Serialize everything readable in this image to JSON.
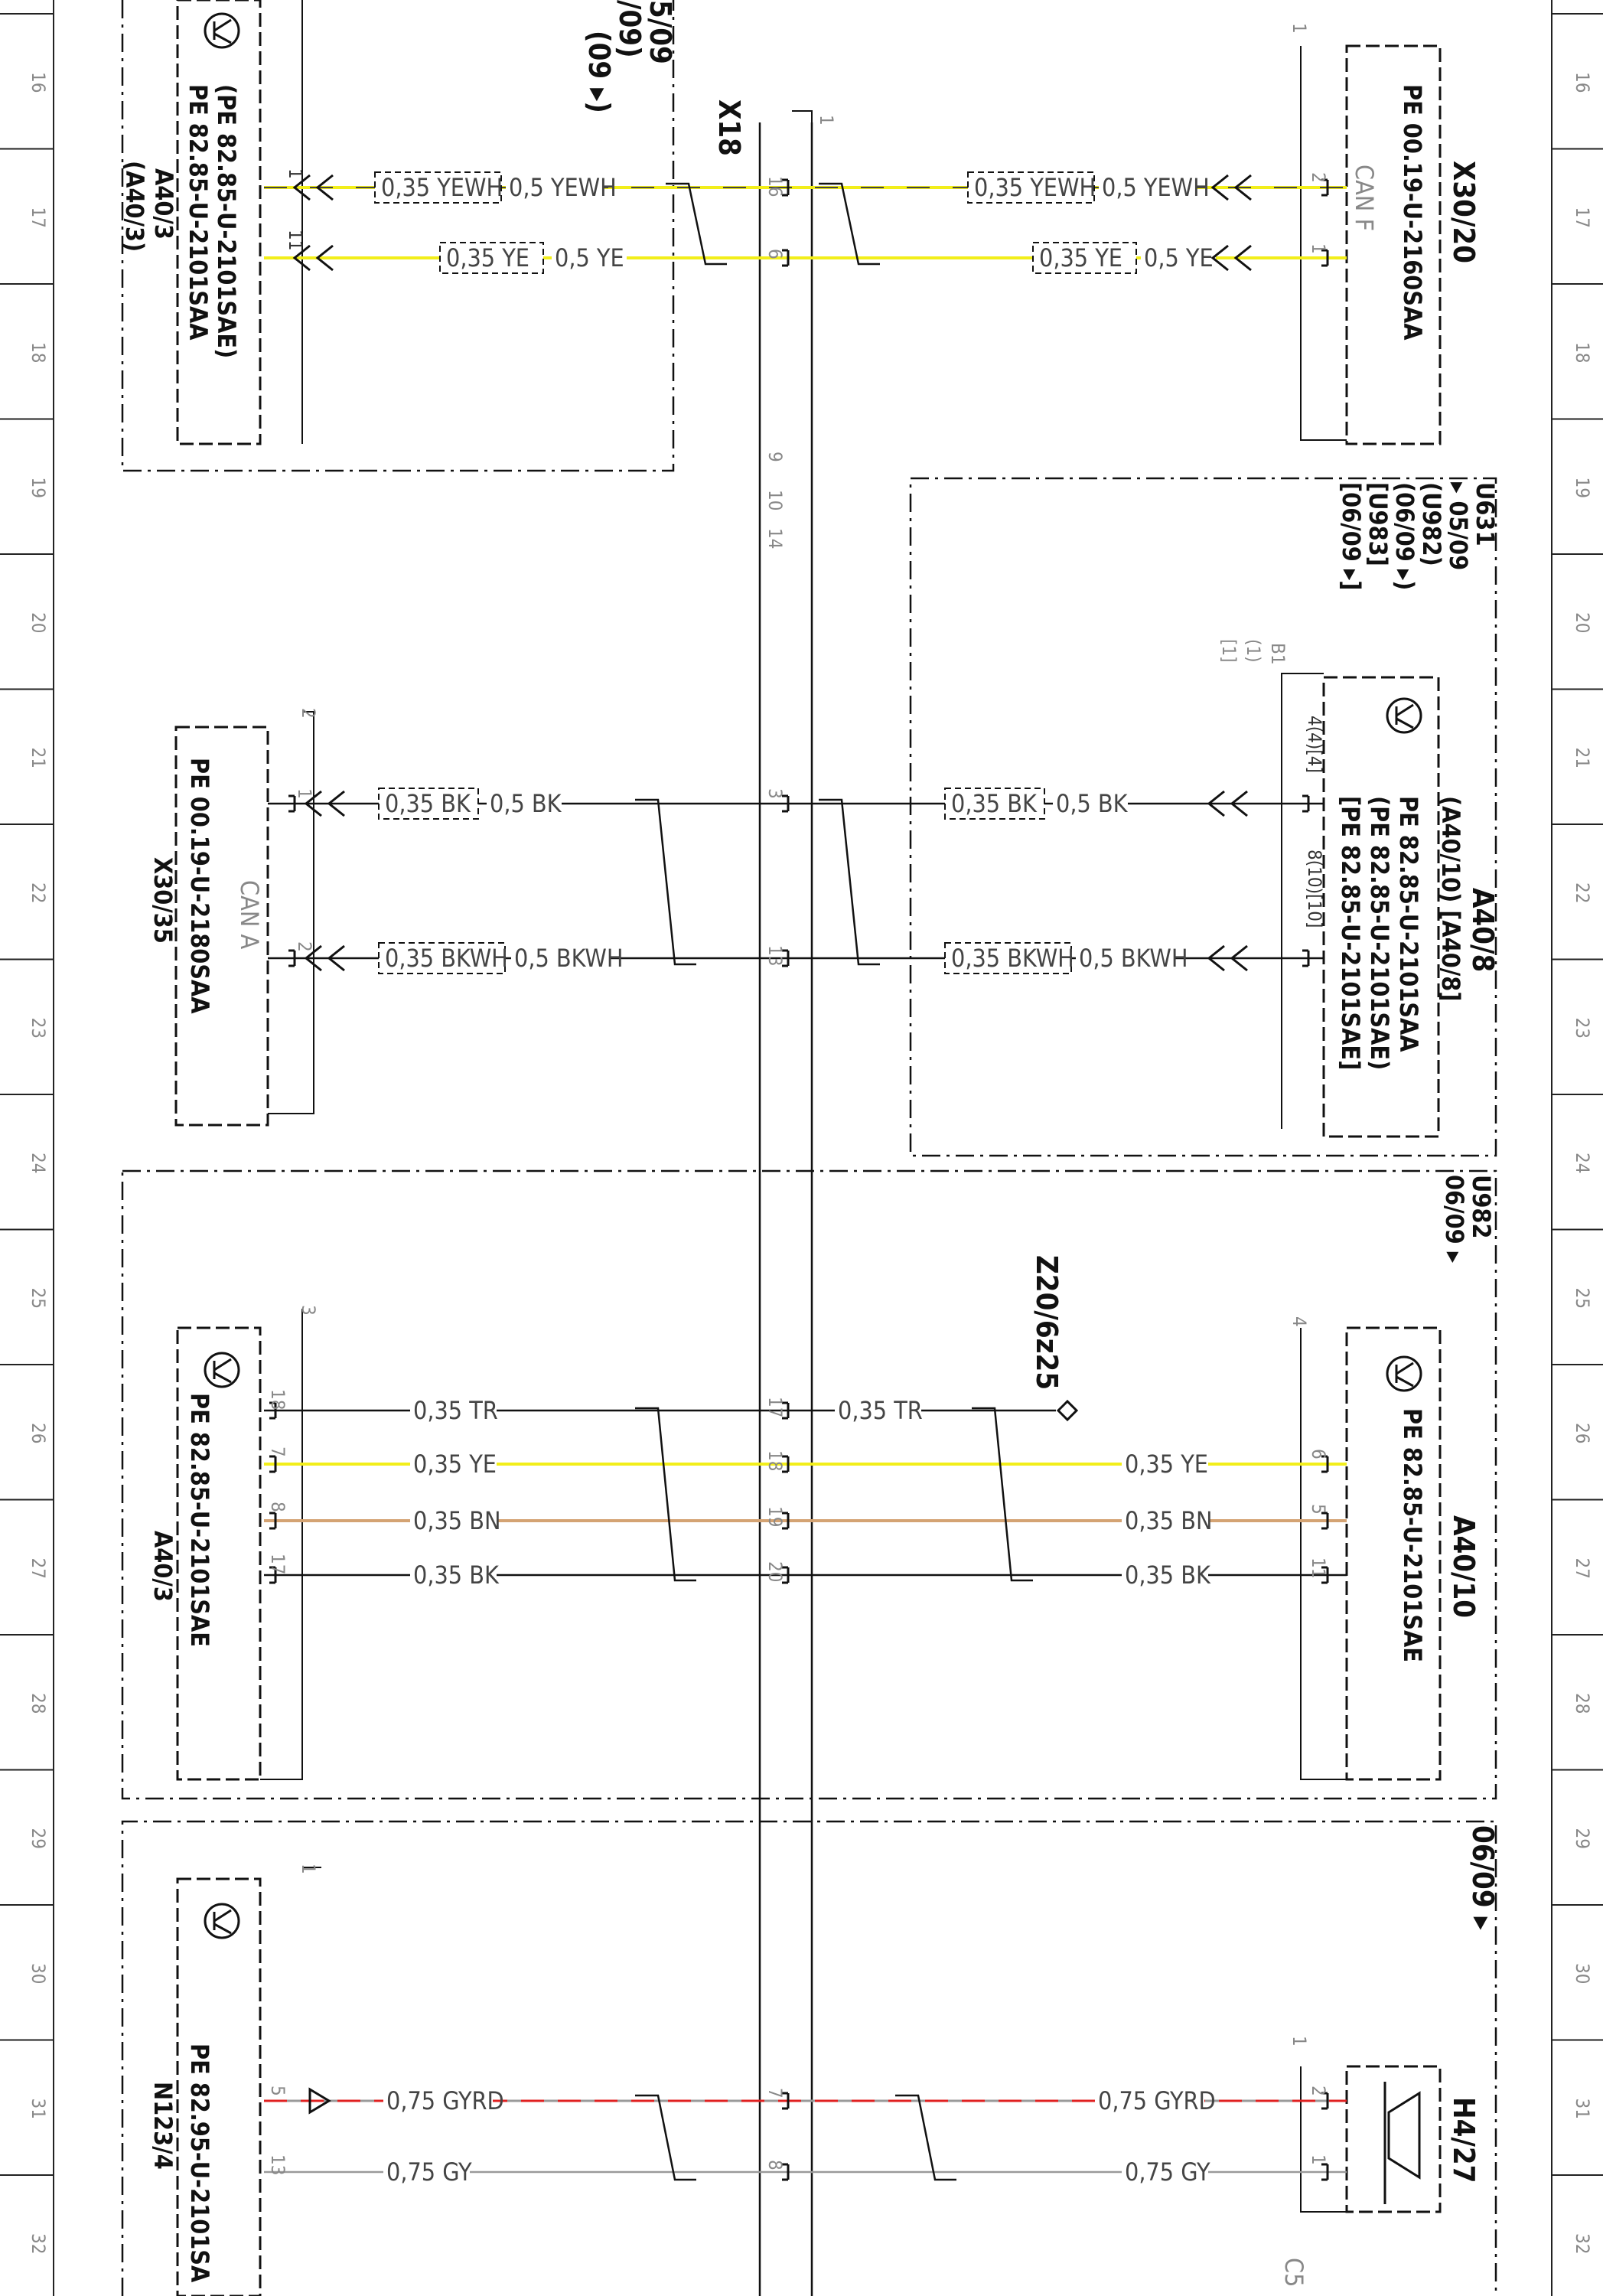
{
  "grid": {
    "numbers": [
      "16",
      "17",
      "18",
      "19",
      "20",
      "21",
      "22",
      "23",
      "24",
      "25",
      "26",
      "27",
      "28",
      "29",
      "30",
      "31",
      "32"
    ]
  },
  "components": {
    "a40_3_top": {
      "ref1": "A40/3",
      "ref2": "(A40/3)",
      "pe1": "PE 82.85-U-2101SAA",
      "pe2": "(PE 82.85-U-2101SAE)"
    },
    "x30_20": {
      "ref": "X30/20",
      "pe": "PE 00.19-U-2160SAA",
      "bus": "CAN F"
    },
    "x30_35": {
      "ref": "X30/35",
      "pe": "PE 00.19-U-2180SAA",
      "bus": "CAN A"
    },
    "a40_8": {
      "ref": "A40/8",
      "alt": "(A40/10) [A40/8]",
      "pe1": "PE 82.85-U-2101SAA",
      "pe2": "(PE 82.85-U-2101SAE)",
      "pe3": "[PE 82.85-U-2101SAE]"
    },
    "a40_3_mid": {
      "ref": "A40/3",
      "pe": "PE 82.85-U-2101SAE"
    },
    "a40_10": {
      "ref": "A40/10",
      "pe": "PE 82.85-U-2101SAE"
    },
    "n123_4": {
      "ref": "N123/4",
      "pe": "PE 82.95-U-2101SA"
    },
    "h4_27": {
      "ref": "H4/27"
    },
    "x18": {
      "ref": "X18"
    },
    "z20": {
      "ref": "Z20/6z25"
    }
  },
  "notes": {
    "top_a": "5/09",
    "top_b": "/09)",
    "top_c": "(09 ▸)",
    "u631_block": [
      "U631",
      "▸ 05/09",
      "(U982)",
      "(06/09 ▸)",
      "[U983]",
      "[06/09 ▸]"
    ],
    "b1": [
      "B1",
      "(1)",
      "[1]"
    ],
    "u982": [
      "U982",
      "06/09 ▸"
    ],
    "bottom_note": "06/09 ▸",
    "c5": "C5"
  },
  "wires": {
    "yewh_l": "0,35 YEWH",
    "yewh_r": "0,5 YEWH",
    "ye_l": "0,35 YE",
    "ye_r": "0,5 YE",
    "bk_l": "0,35 BK",
    "bk_r": "0,5 BK",
    "bkwh_l": "0,35 BKWH",
    "bkwh_r": "0,5 BKWH",
    "tr": "0,35 TR",
    "ye35": "0,35 YE",
    "bn35": "0,35 BN",
    "bk35": "0,35 BK",
    "gyrd": "0,75 GYRD",
    "gy": "0,75 GY"
  },
  "pins": {
    "x18": [
      "16",
      "6",
      "9",
      "10",
      "14",
      "3",
      "13",
      "17",
      "18",
      "19",
      "20",
      "7",
      "8"
    ],
    "a40_3_top": [
      "1",
      "11"
    ],
    "x30_20": [
      "2",
      "1"
    ],
    "x30_35": [
      "1",
      "2"
    ],
    "a40_8": [
      "4(4)[4]",
      "8(10)[10]"
    ],
    "a40_3_mid": [
      "18",
      "7",
      "8",
      "17"
    ],
    "a40_10": [
      "6",
      "5",
      "11"
    ],
    "n123_4": [
      "5",
      "13"
    ],
    "h4_27": [
      "2",
      "1"
    ],
    "block_nums": [
      "1",
      "2",
      "3",
      "4",
      "1",
      "1",
      "2"
    ]
  },
  "colors": {
    "yellow": "#f2ee1a",
    "tan": "#d4a373",
    "red": "#e02020",
    "grey": "#9a9a9a",
    "black": "#111111"
  }
}
